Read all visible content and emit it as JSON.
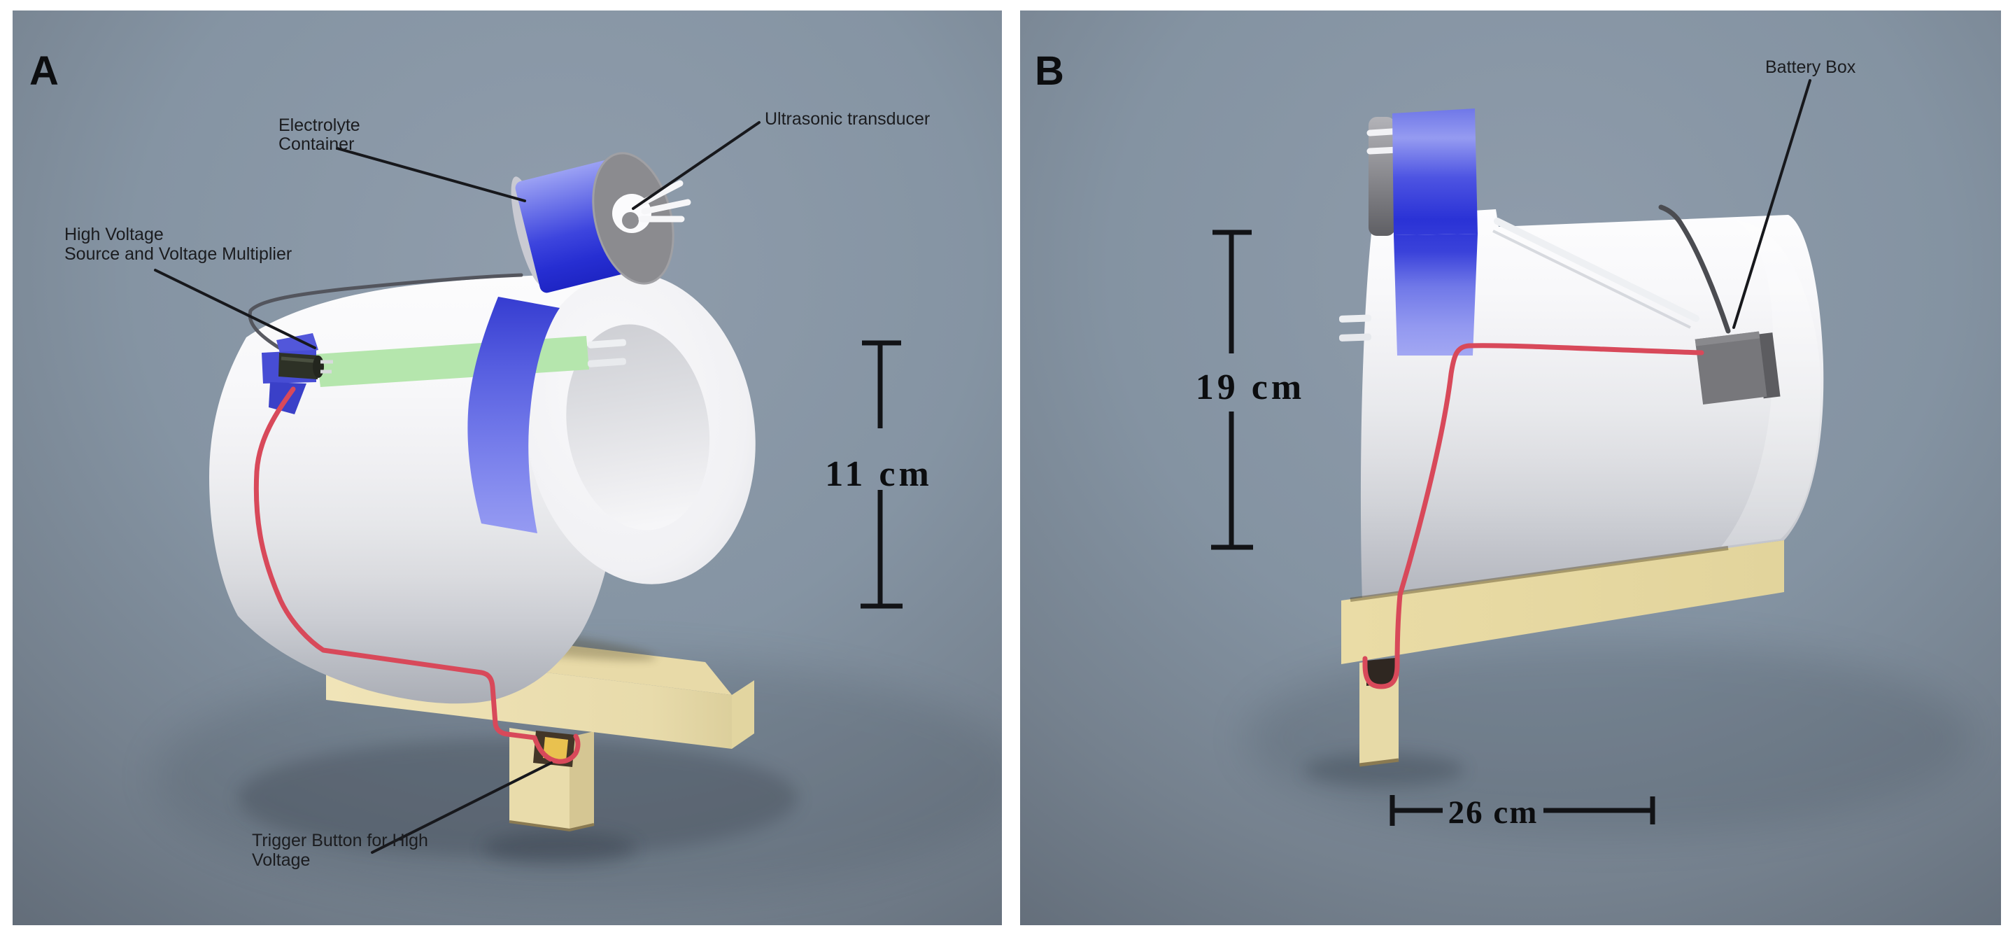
{
  "figure": {
    "type": "two-panel 3d device illustration",
    "background_color": "#8593a2",
    "border_color": "#ffffff"
  },
  "panel_a": {
    "label": "A",
    "annotations": {
      "electrolyte": {
        "line1": "Electrolyte",
        "line2": "Container"
      },
      "transducer": {
        "text": "Ultrasonic transducer"
      },
      "high_voltage": {
        "line1": "High Voltage",
        "line2": "Source and Voltage Multiplier"
      },
      "trigger": {
        "line1": "Trigger Button for High",
        "line2": "Voltage"
      }
    },
    "dimensions": {
      "height": "11 cm"
    }
  },
  "panel_b": {
    "label": "B",
    "annotations": {
      "battery": {
        "text": "Battery Box"
      }
    },
    "dimensions": {
      "height": "19 cm",
      "length": "26 cm"
    }
  },
  "colors": {
    "container_blue": "#3d45de",
    "strap_blue": "#747bea",
    "board_green": "#b5e6ad",
    "wood_tan": "#eadca6",
    "wire_red": "#d8495a",
    "battery_gray": "#77777b",
    "transducer_gray": "#8b8b8f",
    "annotation_black": "#17181c"
  }
}
